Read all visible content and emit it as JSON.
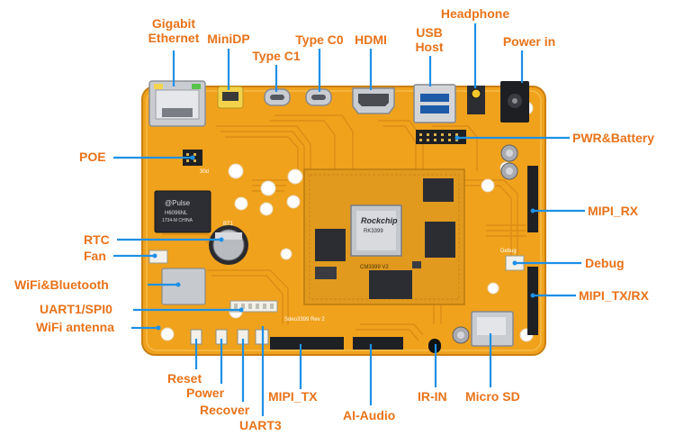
{
  "colors": {
    "label": "#e8731a",
    "leader": "#1e90e6",
    "board": "#f0a21c",
    "trace": "#d98a16",
    "chip": "#2b2d33",
    "connector": "#c9ccd1"
  },
  "labels": {
    "gigabit_ethernet": "Gigabit\nEthernet",
    "minidp": "MiniDP",
    "type_c1": "Type C1",
    "type_c0": "Type C0",
    "hdmi": "HDMI",
    "usb_host": "USB\nHost",
    "headphone": "Headphone",
    "power_in": "Power in",
    "pwr_battery": "PWR&Battery",
    "poe": "POE",
    "mipi_rx": "MIPI_RX",
    "rtc": "RTC",
    "fan": "Fan",
    "debug": "Debug",
    "wifi_bluetooth": "WiFi&Bluetooth",
    "mipi_tx_rx": "MIPI_TX/RX",
    "uart1_spi0": "UART1/SPI0",
    "wifi_antenna": "WiFi antenna",
    "reset": "Reset",
    "power": "Power",
    "recover": "Recover",
    "uart3": "UART3",
    "mipi_tx": "MIPI_TX",
    "ai_audio": "AI-Audio",
    "ir_in": "IR-IN",
    "micro_sd": "Micro SD"
  },
  "board_marks": {
    "soc_brand": "Rockchip",
    "soc_model": "RK3399",
    "module_name": "CM3399 V2",
    "board_name": "Sdeo3399 Rev 2",
    "magnetics_brand": "@Pulse",
    "magnetics_model": "H6096NL",
    "magnetics_origin": "1734-M CHINA",
    "rtc_ref": "BT1",
    "poe_mark": "30d",
    "debug_mark": "Debug"
  }
}
